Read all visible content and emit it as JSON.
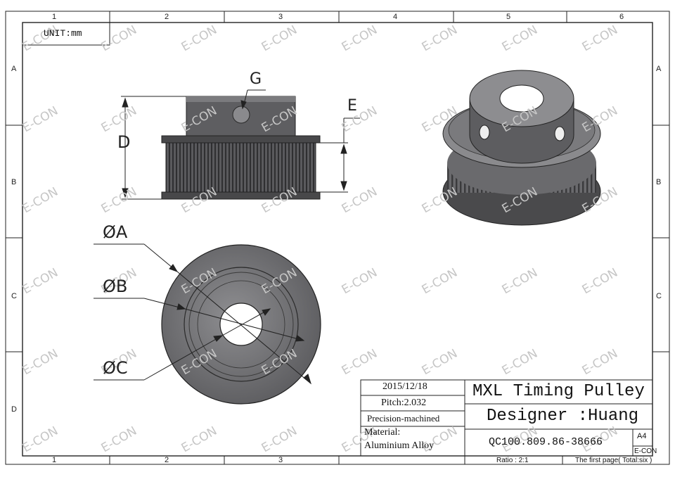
{
  "unit_label": "UNIT:mm",
  "watermark": "E-CON",
  "columns": [
    "1",
    "2",
    "3",
    "4",
    "5",
    "6"
  ],
  "bottom_columns": [
    "1",
    "2",
    "3"
  ],
  "rows": [
    "A",
    "B",
    "C",
    "D"
  ],
  "dimensions": {
    "g": "G",
    "d": "D",
    "e": "E",
    "a": "ØA",
    "b": "ØB",
    "c": "ØC"
  },
  "title_block": {
    "date": "2015/12/18",
    "pitch": "Pitch:2.032",
    "process": "Precision-machined",
    "material_label": "Material:",
    "material_value": "Aluminium Alloy",
    "title": "MXL Timing Pulley",
    "designer": "Designer :Huang",
    "drawing_no": "QC100.809.86-38666",
    "size": "A4",
    "company": "E-CON",
    "ratio": "Ratio : 2:1",
    "page": "The first page( Total:six )"
  },
  "colors": {
    "metal_dark": "#4a4a4c",
    "metal_mid": "#6d6d70",
    "metal_light": "#9a9a9d",
    "line": "#222222"
  }
}
